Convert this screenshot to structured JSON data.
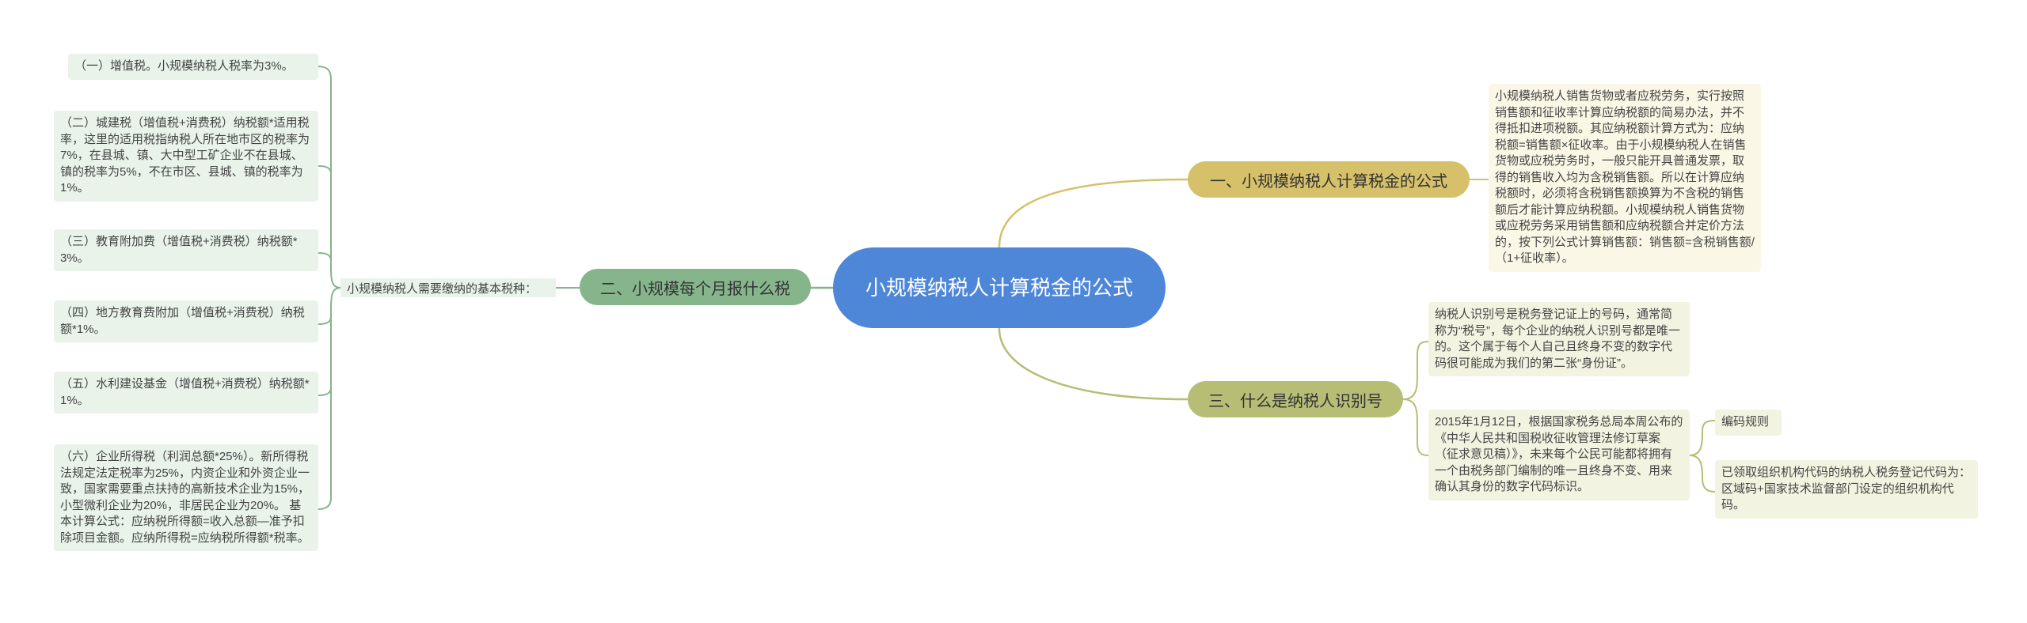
{
  "root": {
    "title": "小规模纳税人计算税金的公式"
  },
  "branches": {
    "formula": {
      "label": "一、小规模纳税人计算税金的公式",
      "detail": "小规模纳税人销售货物或者应税劳务，实行按照销售额和征收率计算应纳税额的简易办法，并不得抵扣进项税额。其应纳税额计算方式为：应纳税额=销售额×征收率。由于小规模纳税人在销售货物或应税劳务时，一般只能开具普通发票，取得的销售收入均为含税销售额。所以在计算应纳税额时，必须将含税销售额换算为不含税的销售额后才能计算应纳税额。小规模纳税人销售货物或应税劳务采用销售额和应纳税额合并定价方法的，按下列公式计算销售额：销售额=含税销售额/（1+征收率）。"
    },
    "monthly": {
      "label": "二、小规模每个月报什么税",
      "sub_label": "小规模纳税人需要缴纳的基本税种：",
      "items": [
        "（一）增值税。小规模纳税人税率为3%。",
        "（二）城建税（增值税+消费税）纳税额*适用税率，这里的适用税指纳税人所在地市区的税率为7%，在县城、镇、大中型工矿企业不在县城、镇的税率为5%，不在市区、县城、镇的税率为1%。",
        "（三）教育附加费（增值税+消费税）纳税额*3%。",
        "（四）地方教育费附加（增值税+消费税）纳税额*1%。",
        "（五）水利建设基金（增值税+消费税）纳税额*1%。",
        "（六）企业所得税（利润总额*25%）。新所得税法规定法定税率为25%，内资企业和外资企业一致，国家需要重点扶持的高新技术企业为15%，小型微利企业为20%，非居民企业为20%。 基本计算公式：应纳税所得额=收入总额—准予扣除项目金额。应纳所得税=应纳税所得额*税率。"
      ]
    },
    "taxid": {
      "label": "三、什么是纳税人识别号",
      "definition": "纳税人识别号是税务登记证上的号码，通常简称为“税号”，每个企业的纳税人识别号都是唯一的。这个属于每个人自己且终身不变的数字代码很可能成为我们的第二张“身份证”。",
      "history": "2015年1月12日，根据国家税务总局本周公布的《中华人民共和国税收征收管理法修订草案（征求意见稿）》，未来每个公民可能都将拥有一个由税务部门编制的唯一且终身不变、用来确认其身份的数字代码标识。",
      "rule_title": "编码规则",
      "rule_detail": "已领取组织机构代码的纳税人税务登记代码为：区域码+国家技术监督部门设定的组织机构代码。"
    }
  },
  "colors": {
    "root": "#4e86d8",
    "branch_formula": "#d6c06a",
    "branch_monthly": "#86b58c",
    "branch_taxid": "#b7bd74"
  }
}
